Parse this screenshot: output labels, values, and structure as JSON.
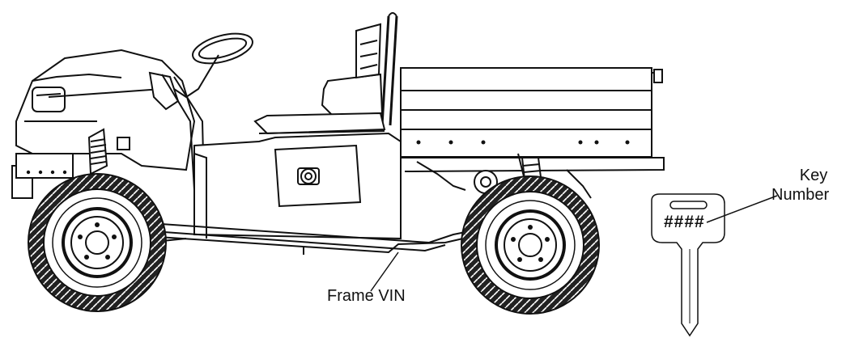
{
  "callouts": {
    "frame_vin": "Frame VIN",
    "key_number_line1": "Key",
    "key_number_line2": "Number"
  },
  "key": {
    "code_placeholder": "####"
  },
  "colors": {
    "line": "#111111",
    "tire": "#1a1a1a",
    "background": "#ffffff"
  }
}
